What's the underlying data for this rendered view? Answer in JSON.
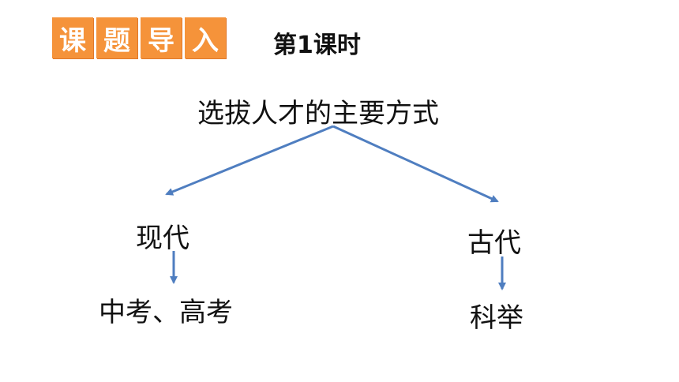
{
  "header": {
    "tiles": [
      "课",
      "题",
      "导",
      "入"
    ],
    "lesson": "第1课时"
  },
  "diagram": {
    "root": "选拔人才的主要方式",
    "left_label": "现代",
    "left_method": "中考、高考",
    "right_label": "古代",
    "right_method": "科举",
    "arrow_color": "#4f7ec0"
  }
}
